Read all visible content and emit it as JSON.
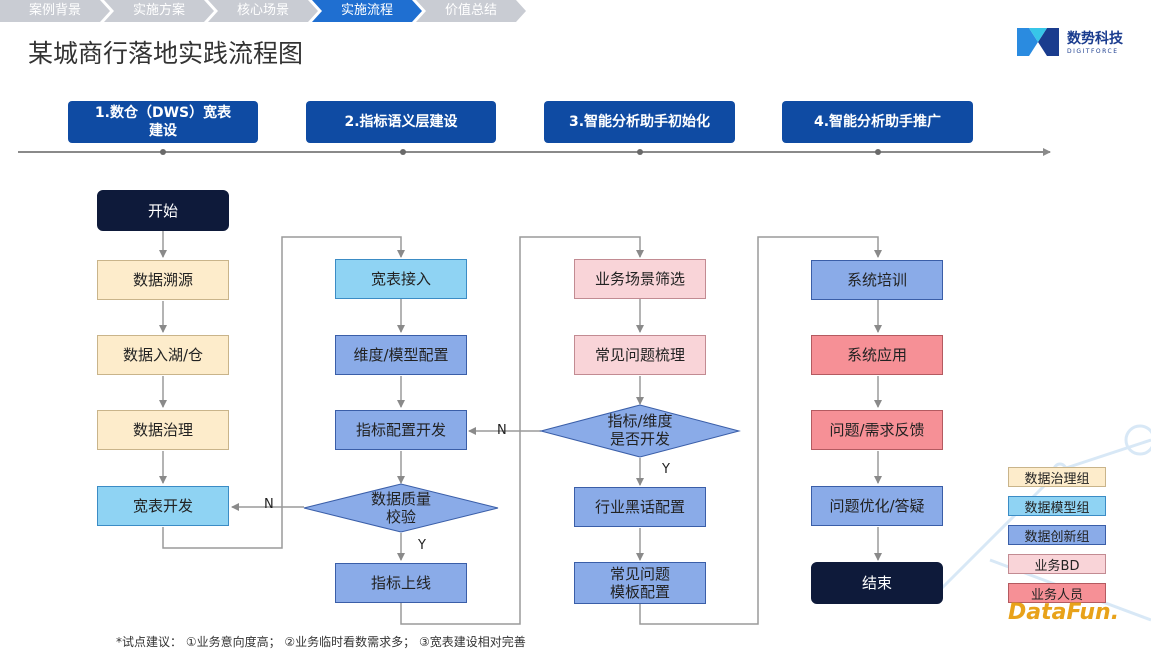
{
  "breadcrumbs": [
    {
      "label": "案例背景",
      "active": false
    },
    {
      "label": "实施方案",
      "active": false
    },
    {
      "label": "核心场景",
      "active": false
    },
    {
      "label": "实施流程",
      "active": true
    },
    {
      "label": "价值总结",
      "active": false
    }
  ],
  "page_title": "某城商行落地实践流程图",
  "logo": {
    "name": "数势科技",
    "sub": "DIGITFORCE"
  },
  "stages": [
    "1.数仓（DWS）宽表\n建设",
    "2.指标语义层建设",
    "3.智能分析助手初始化",
    "4.智能分析助手推广"
  ],
  "stage_note_mark": "*",
  "col1": {
    "start": "开始",
    "steps": [
      "数据溯源",
      "数据入湖/仓",
      "数据治理",
      "宽表开发"
    ]
  },
  "col2": {
    "steps": [
      "宽表接入",
      "维度/模型配置",
      "指标配置开发"
    ],
    "decision": "数据质量\n校验",
    "no": "N",
    "yes": "Y",
    "final": "指标上线"
  },
  "col3": {
    "steps": [
      "业务场景筛选",
      "常见问题梳理"
    ],
    "decision": "指标/维度\n是否开发",
    "no": "N",
    "yes": "Y",
    "after": [
      "行业黑话配置",
      "常见问题\n模板配置"
    ]
  },
  "col4": {
    "steps": [
      "系统培训",
      "系统应用",
      "问题/需求反馈",
      "问题优化/答疑"
    ],
    "end": "结束"
  },
  "legend": [
    {
      "label": "数据治理组",
      "color": "#fdeccb"
    },
    {
      "label": "数据模型组",
      "color": "#8fd3f3"
    },
    {
      "label": "数据创新组",
      "color": "#8aabe8"
    },
    {
      "label": "业务BD",
      "color": "#f9d4d8"
    },
    {
      "label": "业务人员",
      "color": "#f69096"
    }
  ],
  "footnote": "*试点建议：  ①业务意向度高；  ②业务临时看数需求多；  ③宽表建设相对完善",
  "watermark": "DataFun."
}
